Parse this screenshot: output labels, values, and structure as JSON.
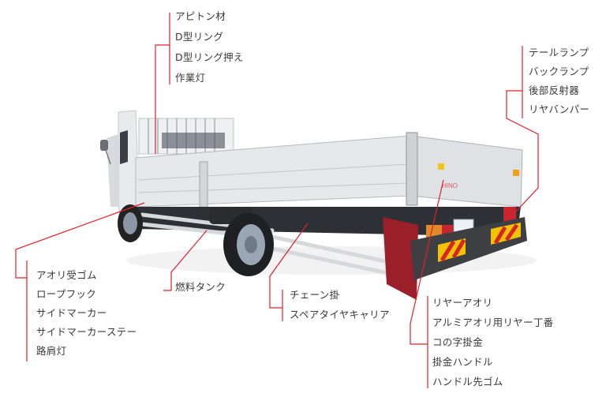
{
  "colors": {
    "leader_line": "#e0202a",
    "label_text": "#3a3a3a",
    "background": "#ffffff",
    "truck_body": "#e4e6e8",
    "truck_shadow": "#b9bcc0",
    "mudflap": "#9b1f2a",
    "bumper": "#3d3f43",
    "reflector_yellow": "#f2c200",
    "reflector_red": "#d4242c"
  },
  "groups": {
    "top": {
      "items": [
        "アピトン材",
        "D型リング",
        "D型リング押え",
        "作業灯"
      ]
    },
    "right_top": {
      "items": [
        "テールランプ",
        "バックランプ",
        "後部反射器",
        "リヤバンパー"
      ]
    },
    "left_bottom": {
      "items": [
        "アオリ受ゴム",
        "ロープフック",
        "サイドマーカー",
        "サイドマーカーステー",
        "路肩灯"
      ]
    },
    "fuel": {
      "items": [
        "燃料タンク"
      ]
    },
    "chain": {
      "items": [
        "チェーン掛",
        "スペアタイヤキャリア"
      ]
    },
    "rear": {
      "items": [
        "リヤーアオリ",
        "アルミアオリ用リヤー丁番",
        "コの字掛金",
        "掛金ハンドル",
        "ハンドル先ゴム"
      ]
    }
  }
}
